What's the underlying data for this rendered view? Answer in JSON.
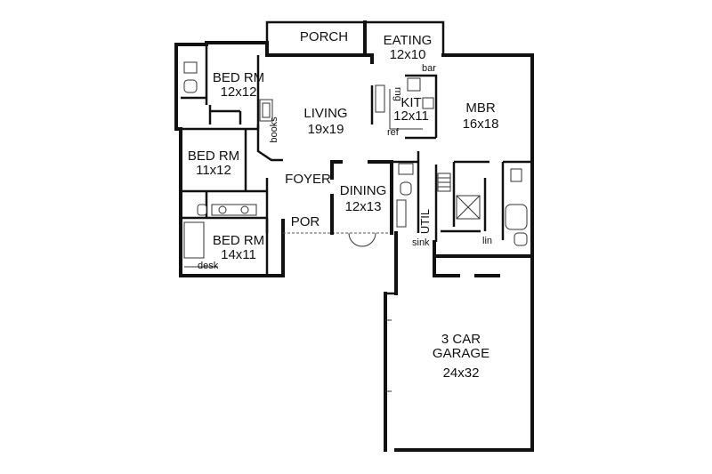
{
  "rooms": {
    "porch": {
      "name": "PORCH"
    },
    "eating": {
      "name": "EATING",
      "size": "12x10"
    },
    "bar": {
      "name": "bar"
    },
    "kit": {
      "name": "KIT",
      "size": "12x11"
    },
    "rng": {
      "name": "rng"
    },
    "ref": {
      "name": "ref"
    },
    "mbr": {
      "name": "MBR",
      "size": "16x18"
    },
    "bed1": {
      "name": "BED RM",
      "size": "12x12"
    },
    "living": {
      "name": "LIVING",
      "size": "19x19"
    },
    "books": {
      "name": "books"
    },
    "bed2": {
      "name": "BED RM",
      "size": "11x12"
    },
    "foyer": {
      "name": "FOYER"
    },
    "dining": {
      "name": "DINING",
      "size": "12x13"
    },
    "util": {
      "name": "UTIL"
    },
    "sink": {
      "name": "sink"
    },
    "lin": {
      "name": "lin"
    },
    "por": {
      "name": "POR"
    },
    "bed3": {
      "name": "BED RM",
      "size": "14x11"
    },
    "desk": {
      "name": "desk"
    },
    "garage": {
      "line1": "3 CAR",
      "line2": "GARAGE",
      "size": "24x32"
    }
  }
}
